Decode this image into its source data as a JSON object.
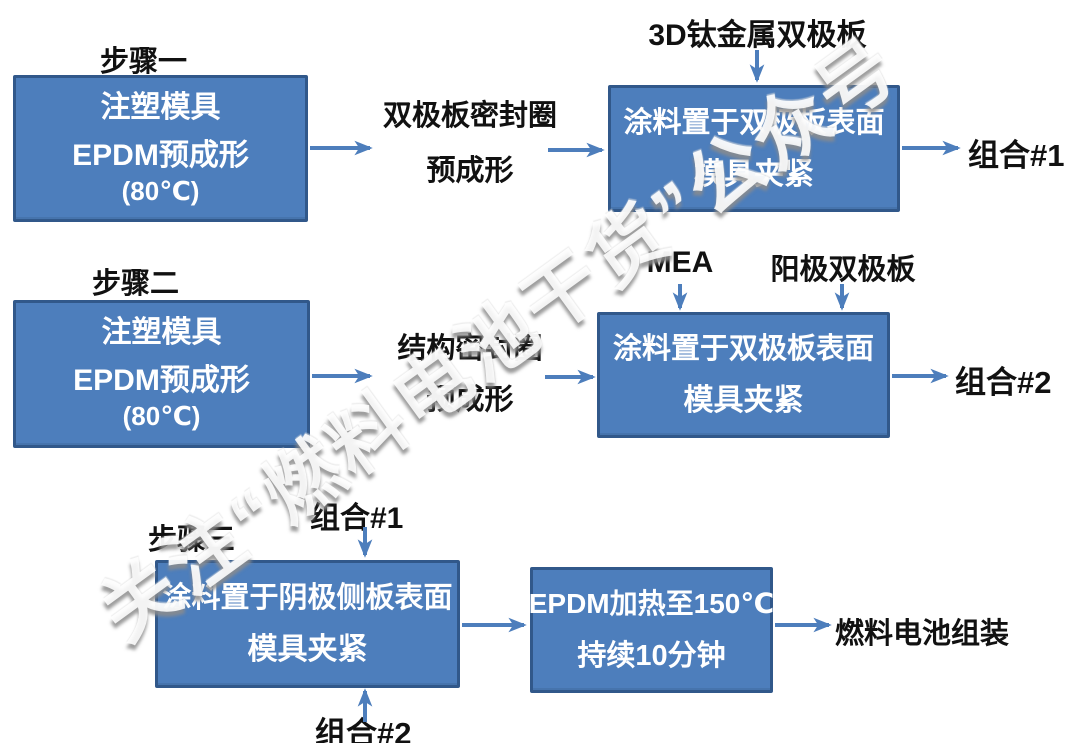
{
  "watermark": {
    "text": "关注“燃料电池干货”公众号"
  },
  "colors": {
    "box_fill": "#4d7ebc",
    "box_border": "#31588a",
    "arrow": "#4d7ebc",
    "label_text": "#111111",
    "box_text": "#ffffff"
  },
  "step_labels": {
    "step1": "步骤一",
    "step2": "步骤二",
    "step3": "步骤三"
  },
  "boxes": {
    "mold1": {
      "line1": "注塑模具",
      "line2": "EPDM预成形",
      "line3": "(80℃)"
    },
    "coat1": {
      "line1": "涂料置于双极板表面",
      "line2": "模具夹紧"
    },
    "mold2": {
      "line1": "注塑模具",
      "line2": "EPDM预成形",
      "line3": "(80℃)"
    },
    "coat2": {
      "line1": "涂料置于双极板表面",
      "line2": "模具夹紧"
    },
    "coat3": {
      "line1": "涂料置于阴极侧板表面",
      "line2": "模具夹紧"
    },
    "heat": {
      "line1": "EPDM加热至150℃",
      "line2": "持续10分钟"
    }
  },
  "flow_labels": {
    "seal1_line1": "双极板密封圈",
    "seal1_line2": "预成形",
    "seal2_line1": "结构密封圈",
    "seal2_line2": "预成形",
    "plate_3d": "3D钛金属双极板",
    "mea": "MEA",
    "anode_plate": "阳极双极板",
    "combo1_out": "组合#1",
    "combo2_out": "组合#2",
    "combo1_in": "组合#1",
    "combo2_in": "组合#2",
    "final": "燃料电池组装"
  }
}
